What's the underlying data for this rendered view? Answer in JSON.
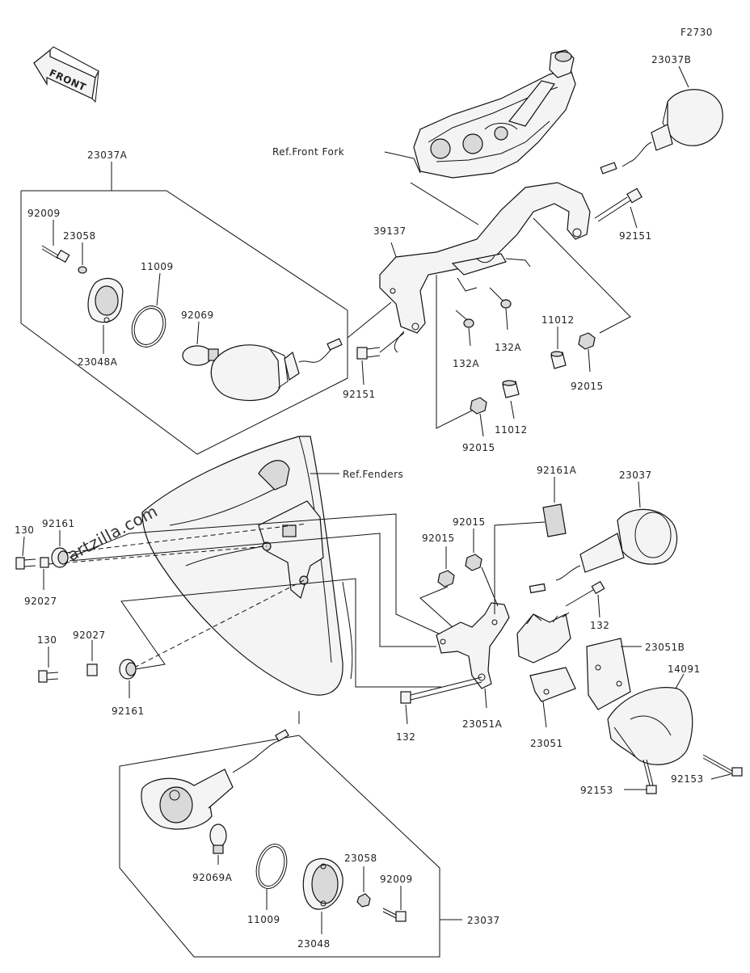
{
  "figure_code": "F2730",
  "front_arrow": "FRONT",
  "watermark": "Partzilla.com",
  "refs": {
    "front_fork": "Ref.Front Fork",
    "fenders": "Ref.Fenders"
  },
  "labels": {
    "p23037B": "23037B",
    "p23037A": "23037A",
    "p92009a": "92009",
    "p23058a": "23058",
    "p11009a": "11009",
    "p92069": "92069",
    "p23048A": "23048A",
    "p39137": "39137",
    "p92151a": "92151",
    "p92151b": "92151",
    "p132Aa": "132A",
    "p132Ab": "132A",
    "p11012a": "11012",
    "p11012b": "11012",
    "p92015a": "92015",
    "p92015b": "92015",
    "p92015c": "92015",
    "p92015d": "92015",
    "p92161A": "92161A",
    "p23037": "23037",
    "p130a": "130",
    "p92161a": "92161",
    "p92027a": "92027",
    "p130b": "130",
    "p92027b": "92027",
    "p92161b": "92161",
    "p132a": "132",
    "p132b": "132",
    "p23051B": "23051B",
    "p14091": "14091",
    "p23051A": "23051A",
    "p23051": "23051",
    "p92153a": "92153",
    "p92153b": "92153",
    "p92069A": "92069A",
    "p11009b": "11009",
    "p23058b": "23058",
    "p92009b": "92009",
    "p23048": "23048",
    "p23037c": "23037"
  }
}
